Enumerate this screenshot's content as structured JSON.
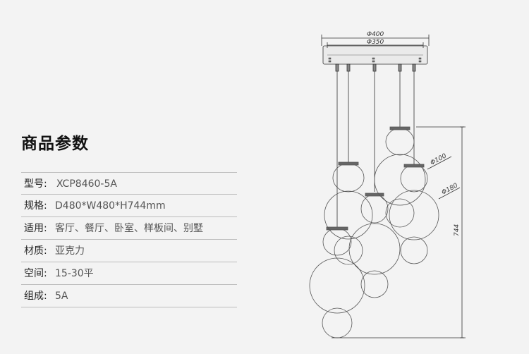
{
  "title": "商品参数",
  "specs": [
    {
      "label": "型号:",
      "value": "XCP8460-5A"
    },
    {
      "label": "规格:",
      "value": "D480*W480*H744mm"
    },
    {
      "label": "适用:",
      "value": "客厅、餐厅、卧室、样板间、别墅"
    },
    {
      "label": "材质:",
      "value": "亚克力"
    },
    {
      "label": "空间:",
      "value": "15-30平"
    },
    {
      "label": "组成:",
      "value": "5A"
    }
  ],
  "drawing": {
    "dim_canopy_outer": "Φ400",
    "dim_canopy_inner": "Φ350",
    "dim_small_sphere": "Φ100",
    "dim_large_sphere": "Φ180",
    "dim_height": "744"
  }
}
